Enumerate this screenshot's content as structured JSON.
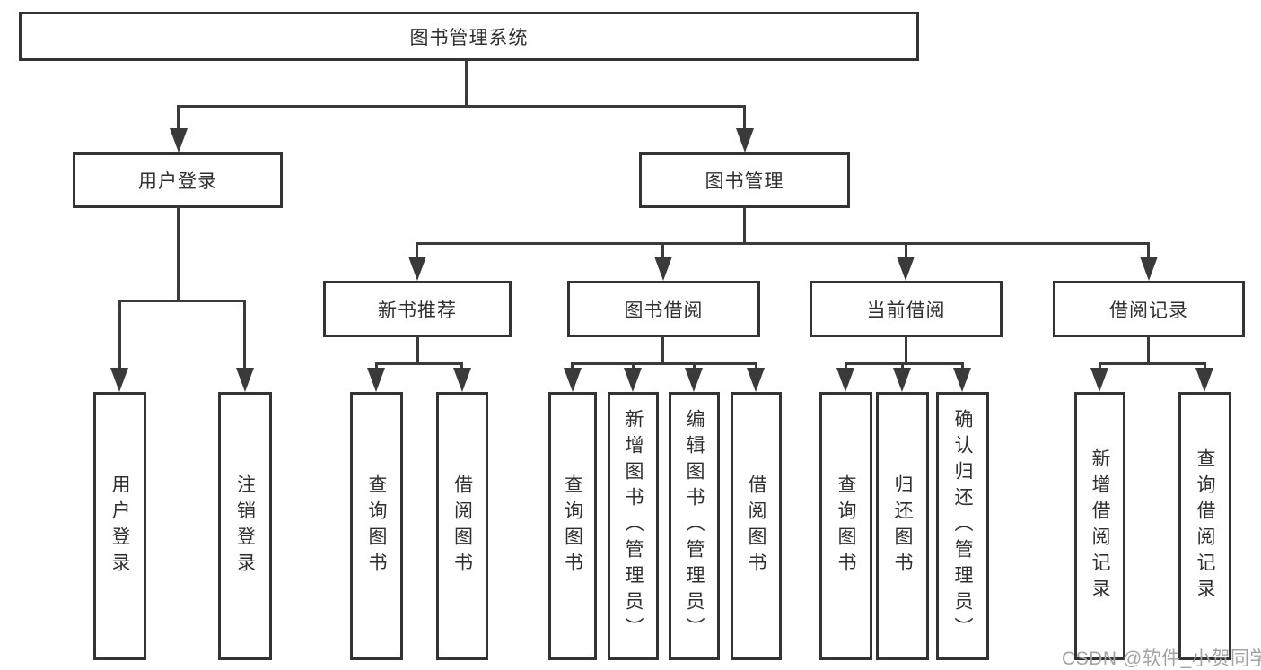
{
  "colors": {
    "line": "#3a3a3a",
    "border": "#333333",
    "text": "#2f2f2f",
    "watermark": "#a3a3a3",
    "background": "#ffffff"
  },
  "diagram": {
    "title": "图书管理系统",
    "level2": {
      "user_login": "用户登录",
      "book_mgmt": "图书管理"
    },
    "level3": {
      "new_book_rec": "新书推荐",
      "book_borrow": "图书借阅",
      "current_borrow": "当前借阅",
      "borrow_records": "借阅记录"
    },
    "leaves": {
      "user_login": [
        "用户登录",
        "注销登录"
      ],
      "new_book_rec": [
        "查询图书",
        "借阅图书"
      ],
      "book_borrow": [
        "查询图书",
        "新增图书（管理员）",
        "编辑图书（管理员）",
        "借阅图书"
      ],
      "current_borrow": [
        "查询图书",
        "归还图书",
        "确认归还（管理员）"
      ],
      "borrow_records": [
        "新增借阅记录",
        "查询借阅记录"
      ]
    }
  },
  "watermark": {
    "text": "CSDN @软件_小贺同学"
  }
}
